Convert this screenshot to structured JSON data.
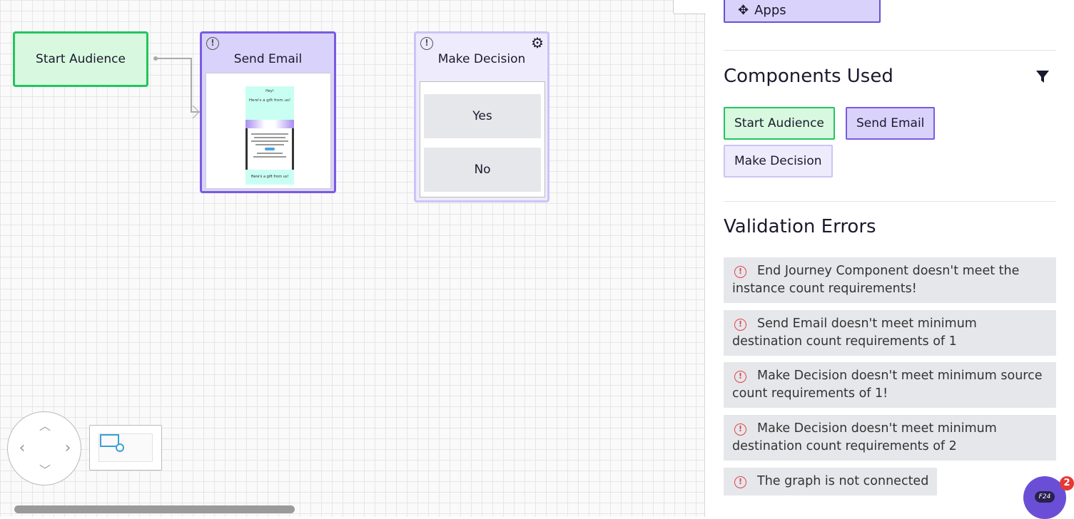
{
  "canvas": {
    "nodes": {
      "start": {
        "title": "Start Audience"
      },
      "email": {
        "title": "Send Email",
        "preview": {
          "greeting": "Hey!",
          "headline": "Here's a gift from us!",
          "footer_headline": "Here's a gift from us!"
        }
      },
      "decision": {
        "title": "Make Decision",
        "options": [
          "Yes",
          "No"
        ]
      }
    },
    "icons": {
      "warning": "warning-circle-icon",
      "settings": "gear-icon",
      "nav_up": "chevron-up-icon",
      "nav_down": "chevron-down-icon",
      "nav_left": "chevron-left-icon",
      "nav_right": "chevron-right-icon"
    }
  },
  "sidebar": {
    "apps_label": "Apps",
    "components_title": "Components Used",
    "components": [
      "Start Audience",
      "Send Email",
      "Make Decision"
    ],
    "validation_title": "Validation Errors",
    "errors": [
      "End Journey Component doesn't meet the instance count requirements!",
      "Send Email doesn't meet minimum destination count requirements of 1",
      "Make Decision doesn't meet minimum source count requirements of 1!",
      "Make Decision doesn't meet minimum destination count requirements of 2",
      "The graph is not connected"
    ]
  },
  "chat": {
    "label": "F24",
    "badge": "2"
  },
  "colors": {
    "start_green": "#22c55e",
    "email_purple": "#7b5be0",
    "decision_lilac": "#cdc3f6",
    "error_red": "#e0444e"
  }
}
